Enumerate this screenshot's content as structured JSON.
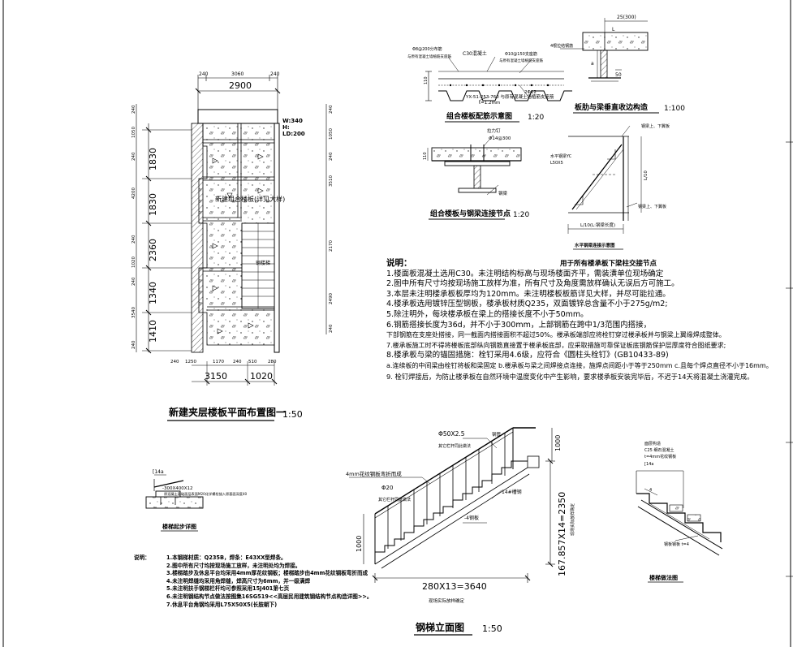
{
  "plan": {
    "title": "新建夹层楼板平面布置图一",
    "scale": "1:50",
    "dim_top_small": [
      "240",
      "3060",
      "240"
    ],
    "dim_top_main": "2900",
    "dim_left": [
      "1830",
      "1830",
      "2360",
      "1340",
      "1410"
    ],
    "dim_left_small": [
      "240",
      "1050",
      "240",
      "4200",
      "240",
      "1020",
      "240",
      "3540",
      "240"
    ],
    "dim_right_small": [
      "240",
      "1050",
      "240",
      "3510",
      "2170",
      "2490",
      "240"
    ],
    "dim_bottom_small": [
      "240",
      "1250",
      "1170",
      "240",
      "510",
      "280"
    ],
    "dim_bottom_main": [
      "3150",
      "1020"
    ],
    "beam_label_w": "W:340",
    "beam_label_h": "H:",
    "beam_label_ld": "LD:200",
    "slab_label": "新建组合楼板(详见大样)",
    "stair_label": "钢楼梯"
  },
  "detail1": {
    "title": "组合楼板配筋示意图",
    "scale": "1:20",
    "labels": [
      "Φ8@200分布筋",
      "C30混凝土",
      "Φ10@150支座筋",
      "与原有混凝土墙植筋支座筋",
      "与原有混凝土墙植筋支座筋",
      "2Φ12",
      "YX-51-253-760 与原有混凝土墙植筋支座筋",
      "t=1.2mm",
      "110"
    ]
  },
  "detail2": {
    "title": "板肋与梁垂直收边构造",
    "scale": "1:100",
    "labels": [
      "25(300)",
      "L",
      "4根拉结钢筋",
      "a",
      "50"
    ]
  },
  "detail3": {
    "title": "组合楼板与钢梁连接节点",
    "scale": "1:20",
    "labels": [
      "拉力钉",
      "Φ14@300",
      "110",
      "钢梁"
    ]
  },
  "detail4": {
    "title": "水平钢梁连接示意图",
    "caption": "用于所有楼承板下梁柱交接节点",
    "labels": [
      "钢梁上、下翼板",
      "水平钢梁YC",
      "L50X5",
      "L/10",
      "钢梁上、下翼板",
      "L/10(L:钢梁长度)"
    ]
  },
  "notes": {
    "title": "说明：",
    "items": [
      "1.楼面板混凝土选用C30。未注明结构标高与现场楼面齐平，需装潢单位现场确定",
      "2.图中所有尺寸均按现场施工放样为准，所有尺寸及角度需放样确认无误后方可施工。",
      "3.本层未注明楼承板板厚均为120mm。未注明楼板板筋详见大样，并尽可能拉通。",
      "4.楼承板选用镀锌压型钢板，楼承板材质Q235，双面镀锌总含量不小于275g/m2;",
      "5.除注明外，每块楼承板在梁上的搭接长度不小于50mm。",
      "6.钢筋搭接长度为36d，并不小于300mm，上部钢筋在跨中1/3范围内搭接，",
      "下部钢筋在支座处搭接，同一截面内搭接面积不超过50%。楼承板端部应将栓钉穿过楼承板并与钢梁上翼缘焊成整体。",
      "7.楼承板施工时不得将楼板底部纵向钢筋直接置于楼承板底部，应采取措施可靠保证板底钢筋保护层厚度符合图纸要求;",
      "8.楼承板与梁的锚固措施：栓钉采用4.6级，应符合《圆柱头栓钉》(GB10433-89)",
      "a.连续板的中间梁由栓钉将板和梁固定 b.楼承板与梁之间焊接点连接，施焊点间距小于等于250mm c.且每个焊点直径不小于16mm。",
      "9. 栓钉焊接后，为防止楼承板在自然环境中温度变化中产生影响，要求楼承板安装完毕后，不迟于14天将混凝土浇灌完成。"
    ]
  },
  "detail5": {
    "title": "楼梯起步详图",
    "labels": [
      "[14a",
      "-300X400X12",
      "原混凝土基础面层表面M20化学螺栓锚入原基面深度40"
    ]
  },
  "stair_notes": {
    "title": "说明：",
    "items": [
      "1.本钢梯材质：Q235B，焊条：E43XX型焊条。",
      "2.图中所有尺寸均按现场施工放样，未注明处均为焊接。",
      "3.楼梯踏步及休息平台均采用4mm厚花纹钢板；楼梯踏步由4mm花纹钢板弯折而成",
      "4.未注明焊缝均采用角焊缝，焊高尺寸为6mm，并一级满焊",
      "5.未注明扶手钢梯栏杆均可参照采用15J401第七页",
      "6.未注明钢结构节点做法按图集16SG519<<高层民用建筑钢结构节点构造详图>>。",
      "7.休息平台角钢均采用L75X50X5(长肢朝下)"
    ]
  },
  "elevation": {
    "title": "钢梯立面图",
    "scale": "1:50",
    "dim_bottom": "280X13=3640",
    "dim_bottom_note": "现场实际放样确定",
    "dim_right": "167.857X14=2350",
    "dim_right_note": "现场实际放样确定",
    "dim_left": "1000",
    "dim_top_right": "1000",
    "labels": [
      "Φ50X2.5",
      "钢管",
      "其它栏杆同此做法",
      "4mm花纹钢板弯折而成",
      "Φ20",
      "其它栏杆同此做法",
      "14#槽钢",
      "-4钢板"
    ]
  },
  "detail6": {
    "title": "楼梯做法图",
    "labels": [
      "面层构造",
      "C25 细石混凝土",
      "t=4mm花纹钢板",
      "[14a",
      "4",
      "钢板钢板 t=4"
    ]
  }
}
